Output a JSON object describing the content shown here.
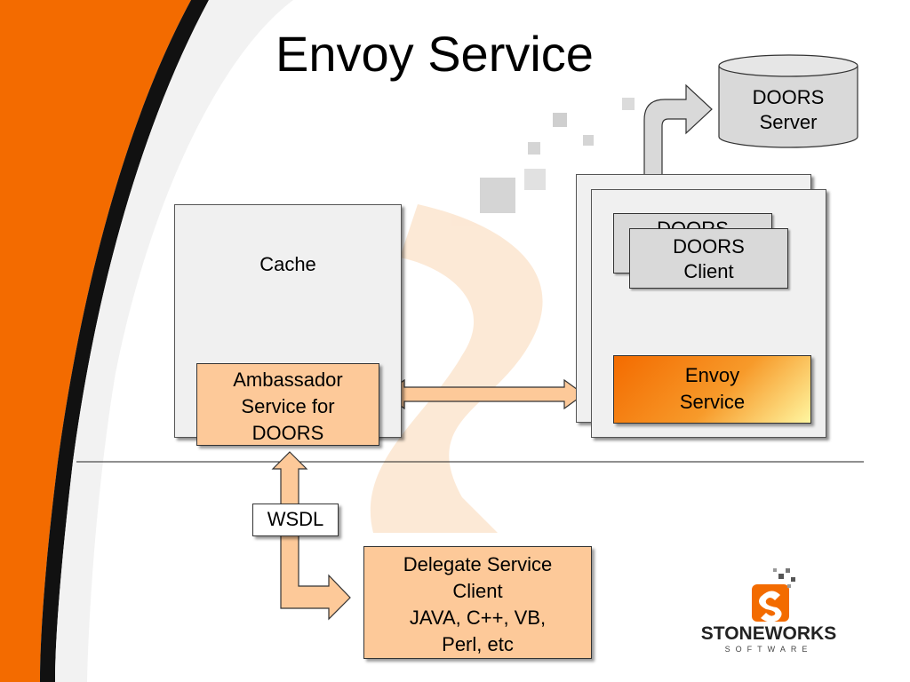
{
  "title": "Envoy Service",
  "nodes": {
    "doors_server": [
      "DOORS",
      "Server"
    ],
    "cache": "Cache",
    "ambassador": [
      "Ambassador",
      "Service for",
      "DOORS"
    ],
    "doors_client_back": "DOORS",
    "doors_client": [
      "DOORS",
      "Client"
    ],
    "envoy_service": [
      "Envoy",
      "Service"
    ],
    "wsdl": "WSDL",
    "delegate": [
      "Delegate Service",
      "Client",
      "JAVA, C++, VB,",
      "Perl, etc"
    ]
  },
  "logo": {
    "brand": "STONEWORKS",
    "sub": "SOFTWARE"
  },
  "colors": {
    "accent_orange": "#f36b00",
    "peach": "#fdc999",
    "panel": "#f0f0f0",
    "gray_box": "#d9d9d9"
  }
}
